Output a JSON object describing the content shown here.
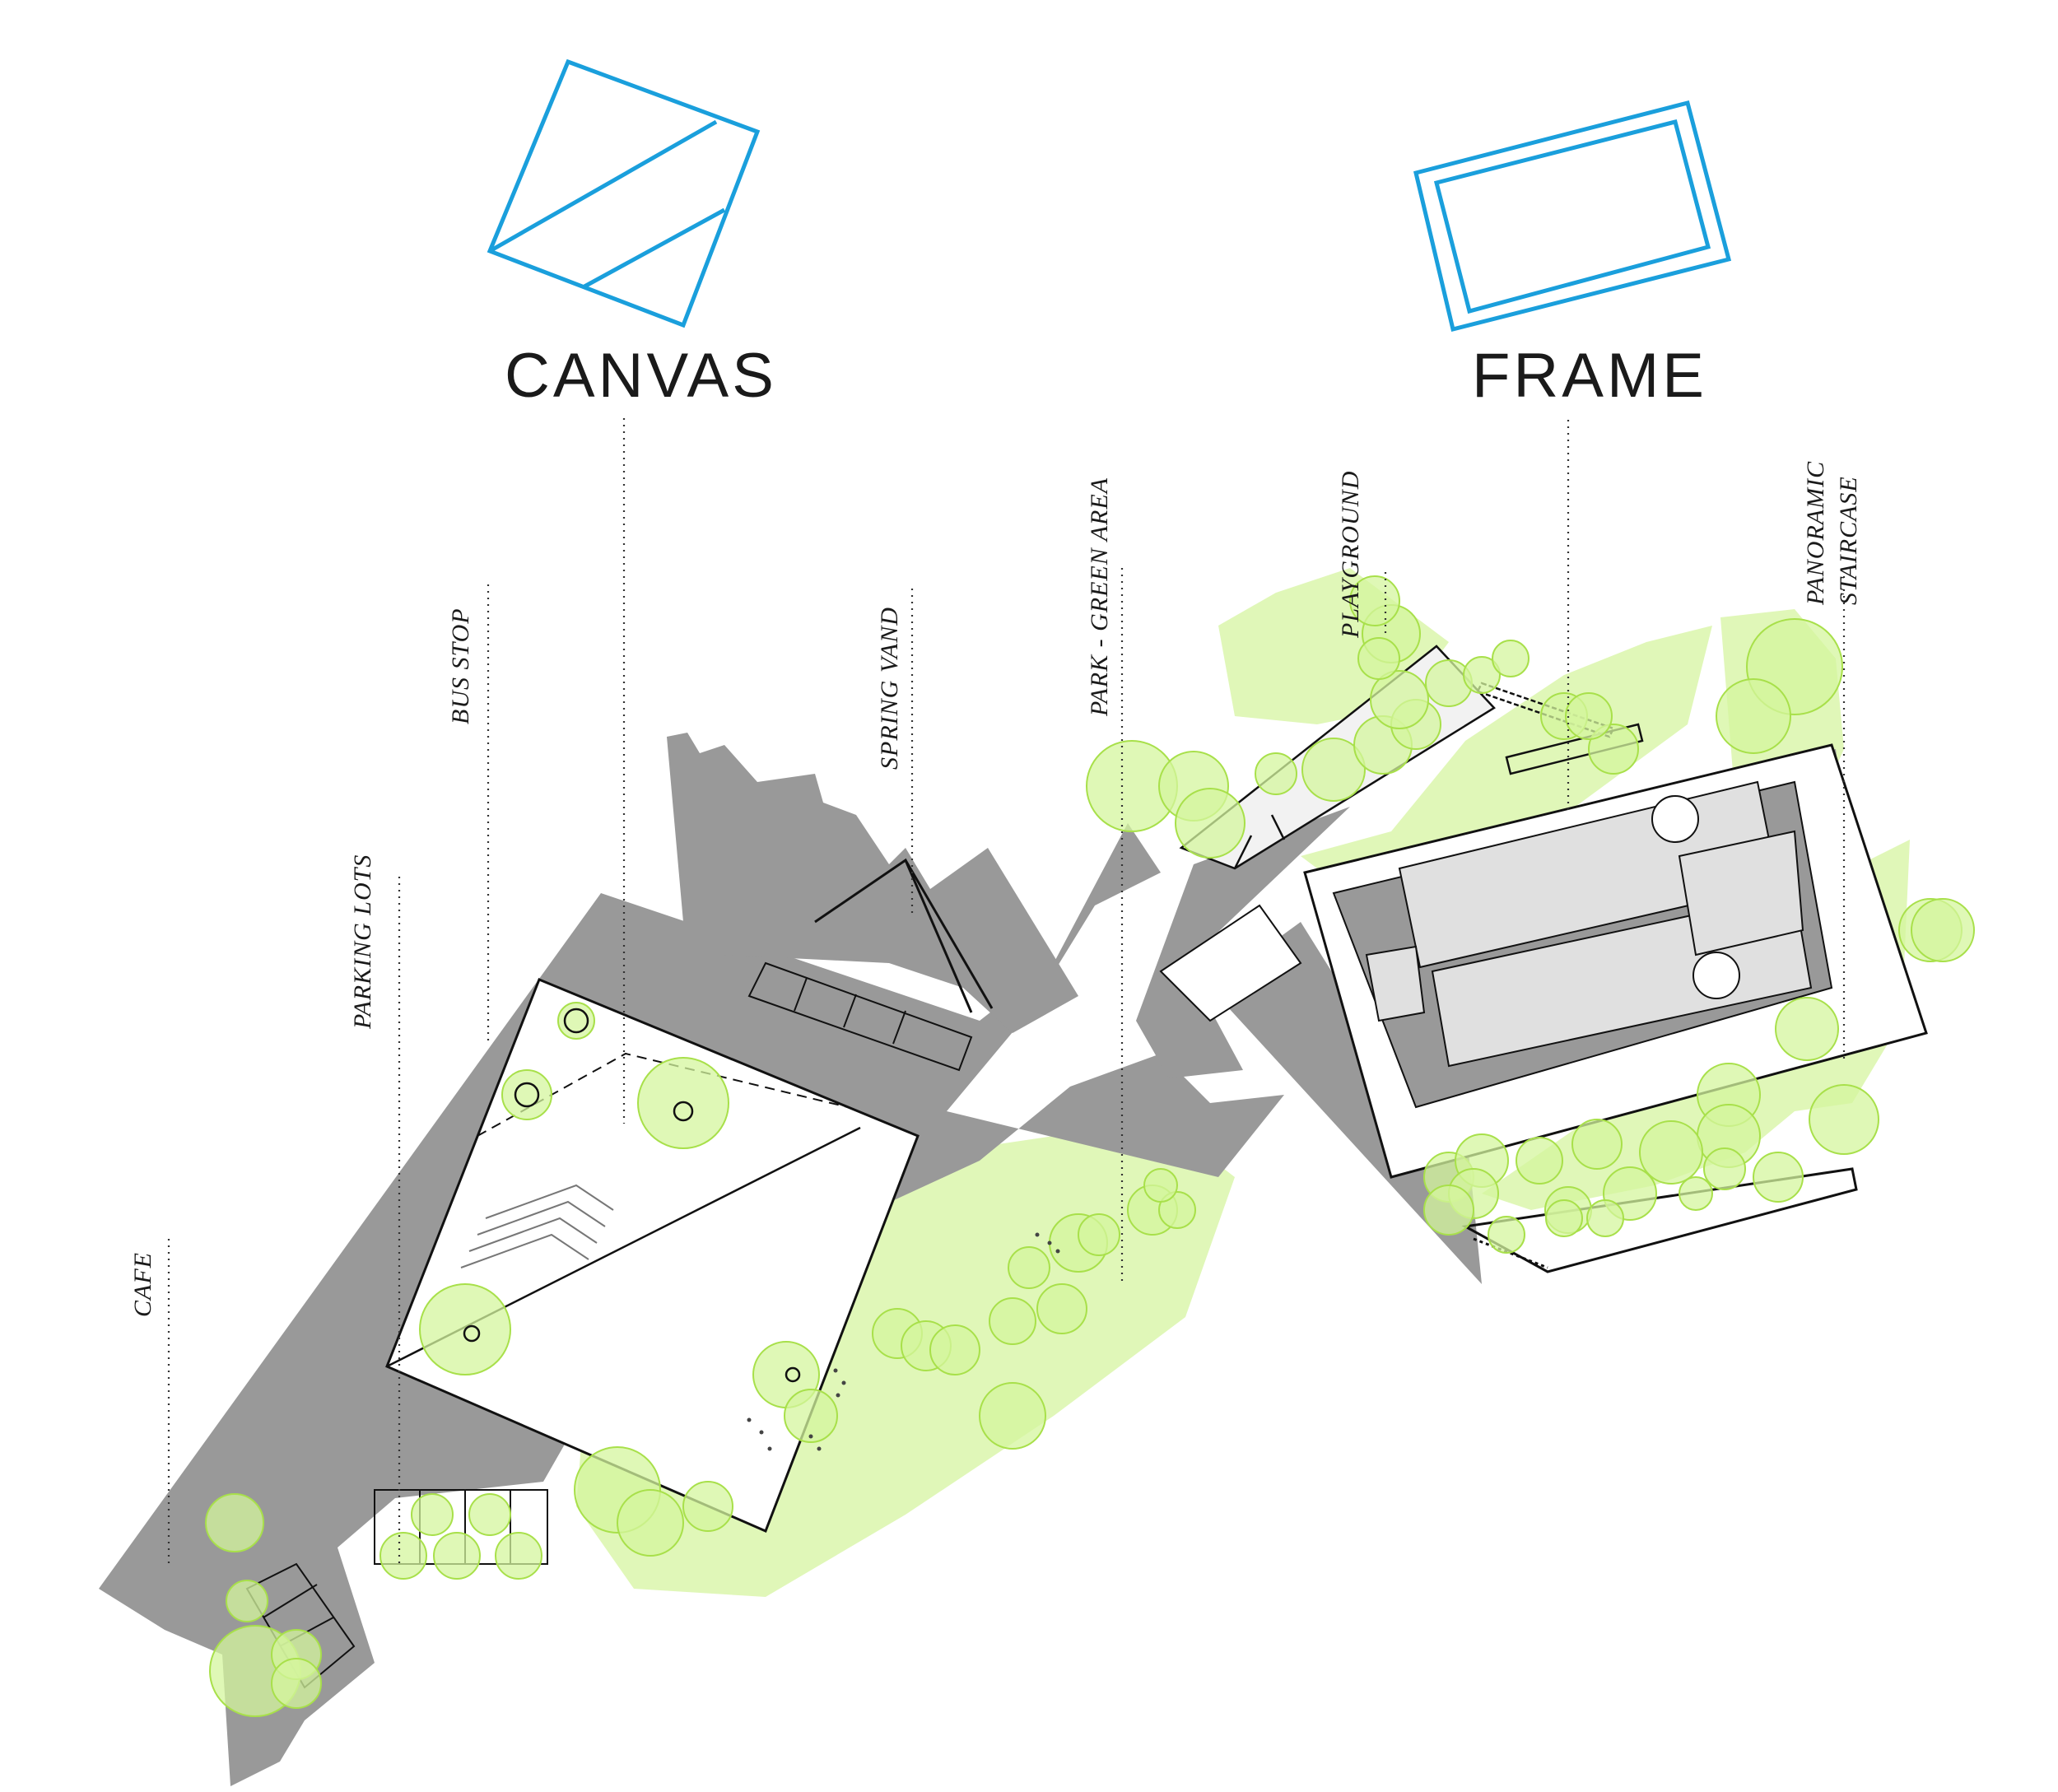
{
  "titles": {
    "canvas": "CANVAS",
    "frame": "FRAME"
  },
  "labels": {
    "cafe": "CAFE",
    "parking_lots": "PARKING LOTS",
    "bus_stop": "BUS STOP",
    "spring_vand": "SPRING VAND",
    "park_green_area": "PARK - GREEN AREA",
    "playground": "PLAYGROUND",
    "panoramic": "PANORAMIC",
    "staircase": "STAIRCASE"
  },
  "colors": {
    "icon_blue": "#1a9fdc",
    "paving_gray": "#999999",
    "green_fill": "#d9f5a8",
    "tree_green": "#a8e04a",
    "building_gray": "#e0e0e0"
  }
}
